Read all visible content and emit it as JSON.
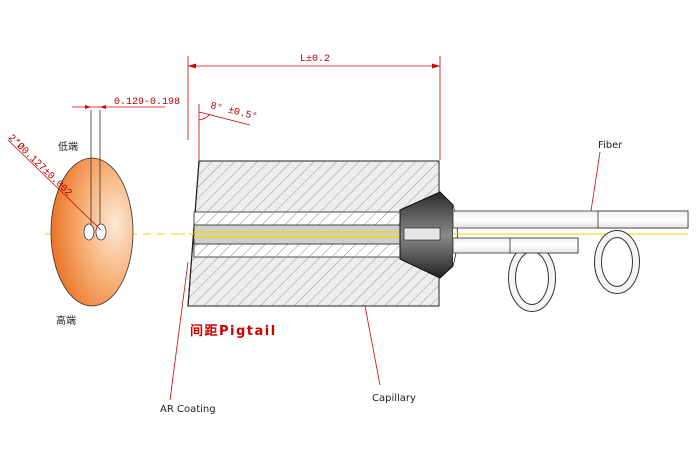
{
  "labels": {
    "length": "L±0.2",
    "angle": "8° ±0.5°",
    "pitch_range": "0.129-0.198",
    "hole_diameter": "2*Ø0.127±0.002",
    "low_end": "低端",
    "high_end": "高端",
    "fiber": "Fiber",
    "pitch_pigtail": "间距Pigtail",
    "ar_coating": "AR Coating",
    "capillary": "Capillary"
  },
  "colors": {
    "dimension": "#d00000",
    "end_face_light": "#fde8d4",
    "end_face_dark": "#e86a18",
    "body_gray": "#d9d9d9",
    "core_yellow": "#f2d600"
  }
}
